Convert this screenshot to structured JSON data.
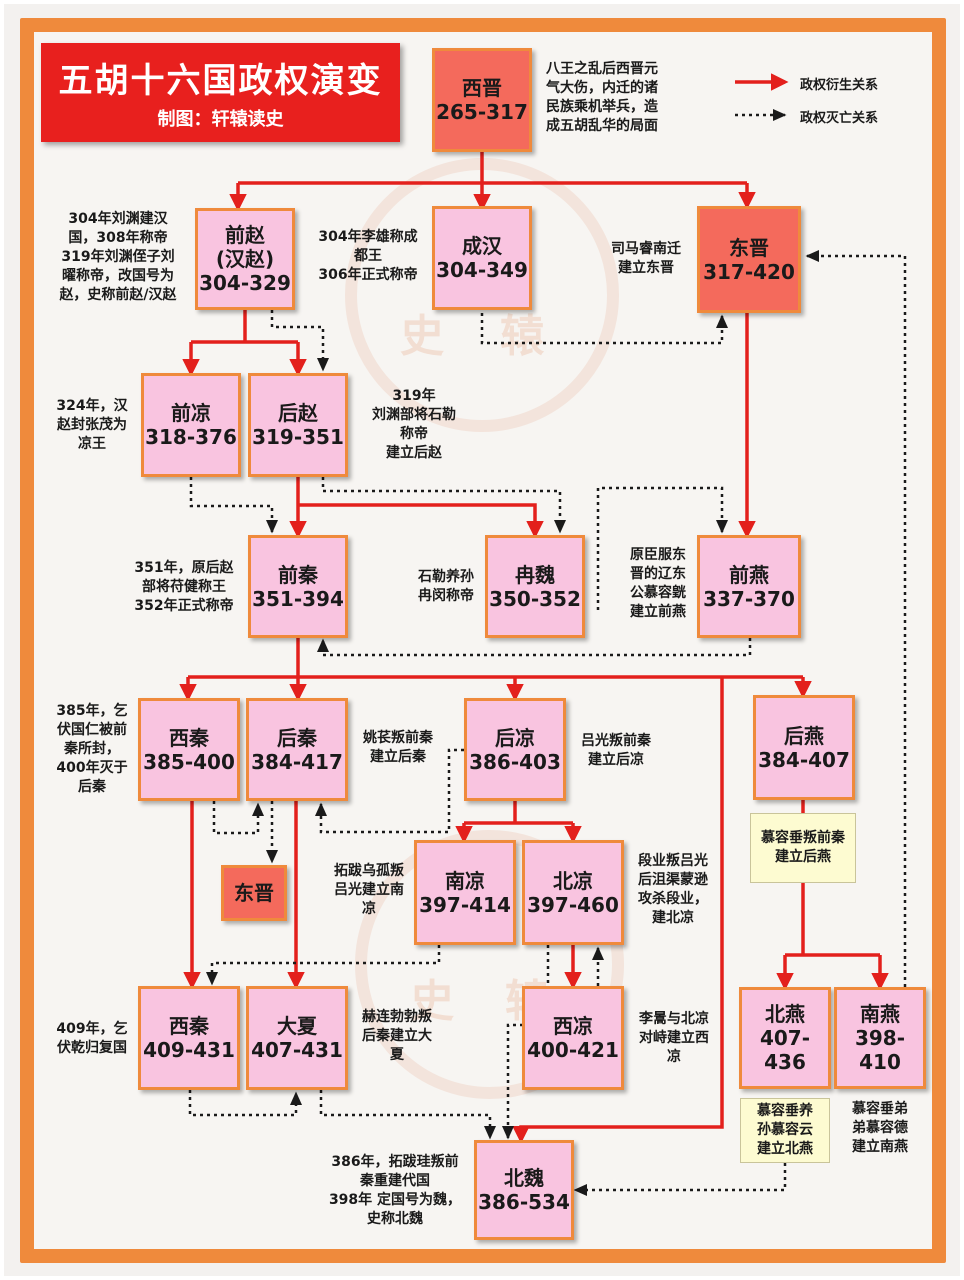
{
  "title": "五胡十六国政权演变",
  "subtitle": "制图：轩辕读史",
  "legend": {
    "derive": "政权衍生关系",
    "destroy": "政权灭亡关系"
  },
  "colors": {
    "border_orange": "#ef8a3c",
    "title_red": "#e8201e",
    "box_pink": "#f9c4e0",
    "box_red": "#f46a5c",
    "note_yellow": "#fdfbd1",
    "arrow_red": "#e3201c"
  },
  "watermark": {
    "char1": "轩",
    "char2": "史",
    "char3": "辕"
  },
  "states": {
    "xijin": {
      "name": "西晋",
      "years": "265-317"
    },
    "qianzhao": {
      "name": "前赵\n(汉赵)",
      "years": "304-329"
    },
    "chenghan": {
      "name": "成汉",
      "years": "304-349"
    },
    "dongjin": {
      "name": "东晋",
      "years": "317-420"
    },
    "qianliang": {
      "name": "前凉",
      "years": "318-376"
    },
    "houzhao": {
      "name": "后赵",
      "years": "319-351"
    },
    "qianqin": {
      "name": "前秦",
      "years": "351-394"
    },
    "ranwei": {
      "name": "冉魏",
      "years": "350-352"
    },
    "qianyan": {
      "name": "前燕",
      "years": "337-370"
    },
    "xiqin1": {
      "name": "西秦",
      "years": "385-400"
    },
    "houqin": {
      "name": "后秦",
      "years": "384-417"
    },
    "houliang": {
      "name": "后凉",
      "years": "386-403"
    },
    "houyan": {
      "name": "后燕",
      "years": "384-407"
    },
    "dongjin2": {
      "name": "东晋",
      "years": ""
    },
    "nanliang": {
      "name": "南凉",
      "years": "397-414"
    },
    "beiliang": {
      "name": "北凉",
      "years": "397-460"
    },
    "xiqin2": {
      "name": "西秦",
      "years": "409-431"
    },
    "daxia": {
      "name": "大夏",
      "years": "407-431"
    },
    "xiliang": {
      "name": "西凉",
      "years": "400-421"
    },
    "beiyan": {
      "name": "北燕",
      "years": "407-436"
    },
    "nanyan": {
      "name": "南燕",
      "years": "398-410"
    },
    "beiwei": {
      "name": "北魏",
      "years": "386-534"
    }
  },
  "notes": {
    "xijin": "八王之乱后西晋元\n气大伤，内迁的诸\n民族乘机举兵，造\n成五胡乱华的局面",
    "qianzhao": "304年刘渊建汉\n国，308年称帝\n319年刘渊侄子刘\n曜称帝，改国号为\n赵，史称前赵/汉赵",
    "chenghan": "304年李雄称成\n都王\n306年正式称帝",
    "dongjin": "司马睿南迁\n建立东晋",
    "qianliang": "324年，汉\n赵封张茂为\n凉王",
    "houzhao": "319年\n刘渊部将石勒\n称帝\n建立后赵",
    "qianqin": "351年，原后赵\n部将苻健称王\n352年正式称帝",
    "ranwei": "石勒养孙\n冉闵称帝",
    "qianyan": "原臣服东\n晋的辽东\n公慕容皝\n建立前燕",
    "xiqin1": "385年，乞\n伏国仁被前\n秦所封，\n400年灭于\n后秦",
    "houqin": "姚苌叛前秦\n建立后秦",
    "houliang": "吕光叛前秦\n建立后凉",
    "houyan": "慕容垂叛前秦\n建立后燕",
    "nanliang": "拓跋乌孤叛\n吕光建立南\n凉",
    "beiliang": "段业叛吕光\n后沮渠蒙逊\n攻杀段业，\n建北凉",
    "xiqin2": "409年，乞\n伏乾归复国",
    "daxia": "赫连勃勃叛\n后秦建立大\n夏",
    "xiliang": "李暠与北凉\n对峙建立西\n凉",
    "beiyan": "慕容垂养\n孙慕容云\n建立北燕",
    "nanyan": "慕容垂弟\n弟慕容德\n建立南燕",
    "beiwei": "386年，拓跋珪叛前\n秦重建代国\n398年 定国号为魏，\n史称北魏"
  }
}
